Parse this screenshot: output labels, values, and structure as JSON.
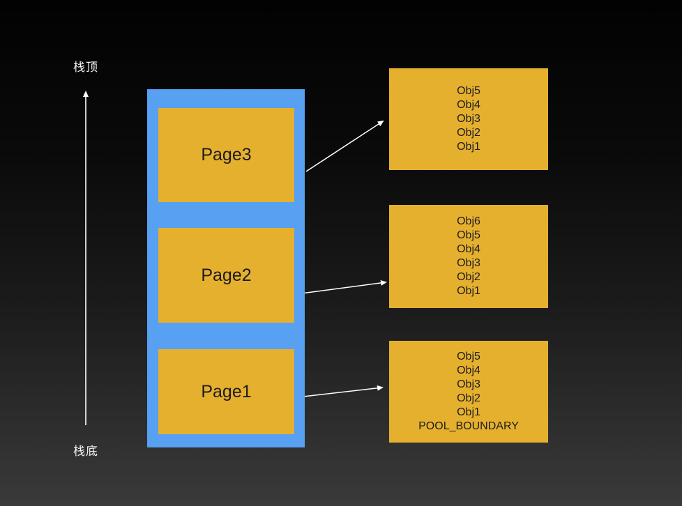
{
  "labels": {
    "stack_top": "栈顶",
    "stack_bottom": "栈底"
  },
  "stack": {
    "pages": [
      {
        "label": "Page3"
      },
      {
        "label": "Page2"
      },
      {
        "label": "Page1"
      }
    ]
  },
  "object_lists": [
    {
      "items": [
        "Obj5",
        "Obj4",
        "Obj3",
        "Obj2",
        "Obj1"
      ]
    },
    {
      "items": [
        "Obj6",
        "Obj5",
        "Obj4",
        "Obj3",
        "Obj2",
        "Obj1"
      ]
    },
    {
      "items": [
        "Obj5",
        "Obj4",
        "Obj3",
        "Obj2",
        "Obj1",
        "POOL_BOUNDARY"
      ]
    }
  ],
  "colors": {
    "container_blue": "#57a0f2",
    "box_yellow": "#e6b02f",
    "arrow_white": "#ffffff",
    "text_dark": "#1c1c1c"
  }
}
